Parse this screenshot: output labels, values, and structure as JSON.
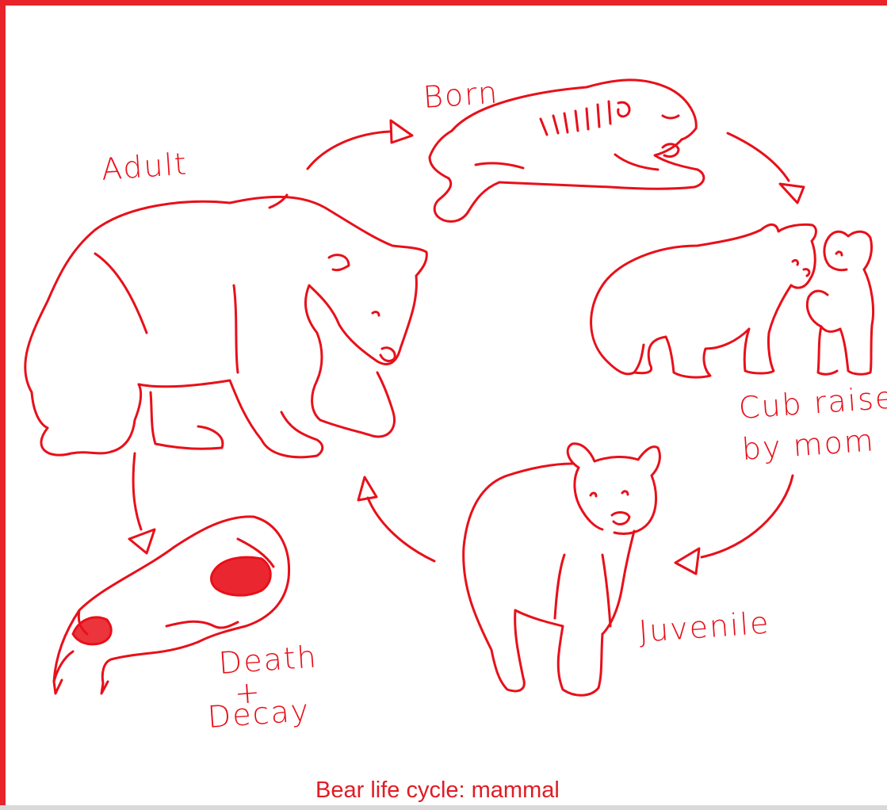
{
  "colors": {
    "ink": "#e8101a",
    "frame": "#e8232a",
    "caption": "#e01c24",
    "background": "#ffffff"
  },
  "stages": {
    "born": "Born",
    "adult": "Adult",
    "cub_line1": "Cub raised",
    "cub_line2": "by mom",
    "juvenile": "Juvenile",
    "death_line1": "Death",
    "death_plus": "+",
    "death_line2": "Decay"
  },
  "caption": "Bear life cycle: mammal"
}
